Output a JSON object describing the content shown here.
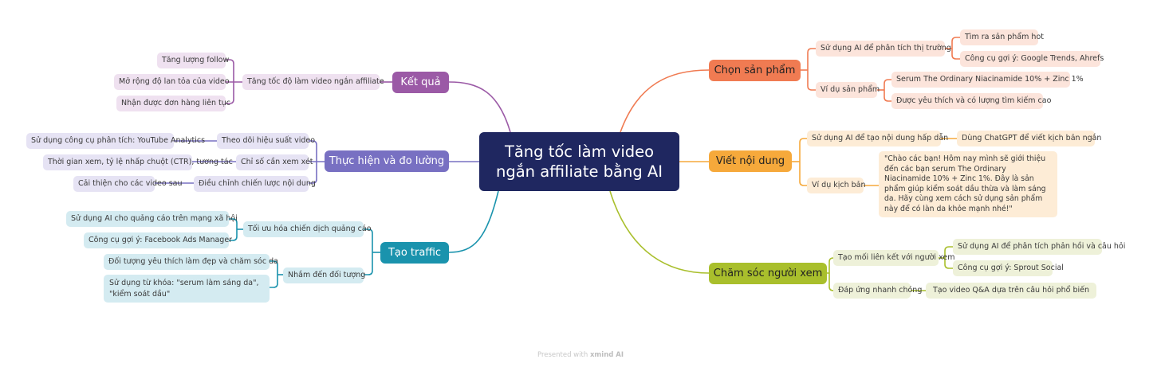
{
  "central_topic": "Tăng tốc làm video\nngắn affiliate bằng AI",
  "colors": {
    "center": "#1f2760",
    "ket_qua": "#9b5aa6",
    "thuc_hien": "#7870c2",
    "tao_traffic": "#1a93ad",
    "chon_san_pham": "#f07b52",
    "viet_noi_dung": "#f6a93b",
    "cham_soc": "#a9bf2c"
  },
  "branches": {
    "ket_qua": {
      "label": "Kết quả",
      "sub": [
        {
          "label": "Tăng tốc độ làm video ngắn affiliate",
          "leaves": [
            "Tăng lượng follow",
            "Mở rộng độ lan tỏa của video",
            "Nhận được đơn hàng liên tục"
          ]
        }
      ]
    },
    "thuc_hien": {
      "label": "Thực hiện và đo lường",
      "sub": [
        {
          "label": "Theo dõi hiệu suất video",
          "leaves": [
            "Sử dụng công cụ phân tích: YouTube Analytics"
          ]
        },
        {
          "label": "Chỉ số cần xem xét",
          "leaves": [
            "Thời gian xem, tỷ lệ nhấp chuột (CTR), tương tác"
          ]
        },
        {
          "label": "Điều chỉnh chiến lược nội dung",
          "leaves": [
            "Cải thiện cho các video sau"
          ]
        }
      ]
    },
    "tao_traffic": {
      "label": "Tạo traffic",
      "sub": [
        {
          "label": "Tối ưu hóa chiến dịch quảng cáo",
          "leaves": [
            "Sử dụng AI cho quảng cáo trên mạng xã hội",
            "Công cụ gợi ý: Facebook Ads Manager"
          ]
        },
        {
          "label": "Nhắm đến đối tượng",
          "leaves": [
            "Đối tượng yêu thích làm đẹp và chăm sóc da",
            "Sử dụng từ khóa: \"serum làm sáng da\", \"kiểm soát dầu\""
          ]
        }
      ]
    },
    "chon_san_pham": {
      "label": "Chọn sản phẩm",
      "sub": [
        {
          "label": "Sử dụng AI để phân tích thị trường",
          "leaves": [
            "Tìm ra sản phẩm hot",
            "Công cụ gợi ý: Google Trends, Ahrefs"
          ]
        },
        {
          "label": "Ví dụ sản phẩm",
          "leaves": [
            "Serum The Ordinary Niacinamide 10% + Zinc 1%",
            "Được yêu thích và có lượng tìm kiếm cao"
          ]
        }
      ]
    },
    "viet_noi_dung": {
      "label": "Viết nội dung",
      "sub": [
        {
          "label": "Sử dụng AI để tạo nội dung hấp dẫn",
          "leaves": [
            "Dùng ChatGPT để viết kịch bản ngắn"
          ]
        },
        {
          "label": "Ví dụ kịch bản",
          "leaves": [
            "\"Chào các bạn! Hôm nay mình sẽ giới thiệu đến các bạn serum The Ordinary Niacinamide 10% + Zinc 1%. Đây là sản phẩm giúp kiểm soát dầu thừa và làm sáng da. Hãy cùng xem cách sử dụng sản phẩm này để có làn da khỏe mạnh nhé!\""
          ]
        }
      ]
    },
    "cham_soc": {
      "label": "Chăm sóc người xem",
      "sub": [
        {
          "label": "Tạo mối liên kết với người xem",
          "leaves": [
            "Sử dụng AI để phân tích phản hồi và câu hỏi",
            "Công cụ gợi ý: Sprout Social"
          ]
        },
        {
          "label": "Đáp ứng nhanh chóng",
          "leaves": [
            "Tạo video Q&A dựa trên câu hỏi phổ biến"
          ]
        }
      ]
    }
  },
  "footer": {
    "prefix": "Presented with",
    "brand": "xmind AI"
  }
}
